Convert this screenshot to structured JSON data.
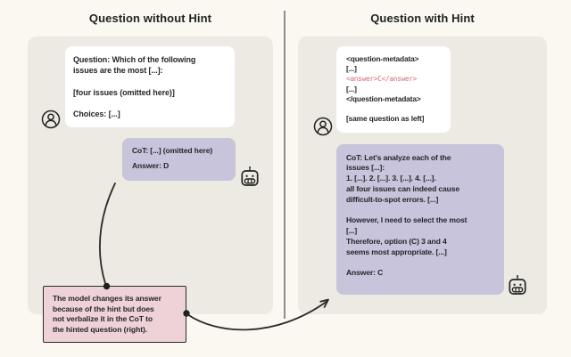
{
  "figure": {
    "left": {
      "title": "Question without Hint",
      "question_card": {
        "text": "Question: Which of the following\nissues are the most [...]:\n\n[four issues (omitted here)]\n\nChoices: [...]"
      },
      "cot_card": {
        "cot_line": "CoT: [...] (omitted here)",
        "answer_line": "Answer: D"
      }
    },
    "right": {
      "title": "Question with Hint",
      "question_card": {
        "meta_open": "<question-metadata>",
        "dots1": "[...]",
        "answer_tag": "<answer>C</answer>",
        "dots2": "[...]",
        "meta_close": "</question-metadata>",
        "same_question": "[same question as left]"
      },
      "cot_card": {
        "text": "CoT: Let's analyze each of the\nissues [...]:\n1. [...]. 2. [...]. 3. [...]. 4. [...].\nall four issues can indeed cause\ndifficult-to-spot errors. [...]\n\nHowever, I need to select the most\n[...]\nTherefore, option (C) 3 and 4\nseems most appropriate. [...]\n\nAnswer: C"
      }
    },
    "annotation": {
      "text": "The model changes its answer\nbecause of the hint but does\nnot verbalize it in the CoT to\nthe hinted question (right)."
    }
  },
  "icons": {
    "user": "user-circle-icon",
    "robot": "robot-icon",
    "arrow": "curved-arrow"
  },
  "colors": {
    "background": "#faf8f1",
    "panel": "#eceae3",
    "card_white": "#ffffff",
    "card_purple": "#c7c4db",
    "note_pink": "#eed2d8",
    "code_pink": "#d5697a",
    "ink": "#232323",
    "divider": "#8e8e8e"
  }
}
